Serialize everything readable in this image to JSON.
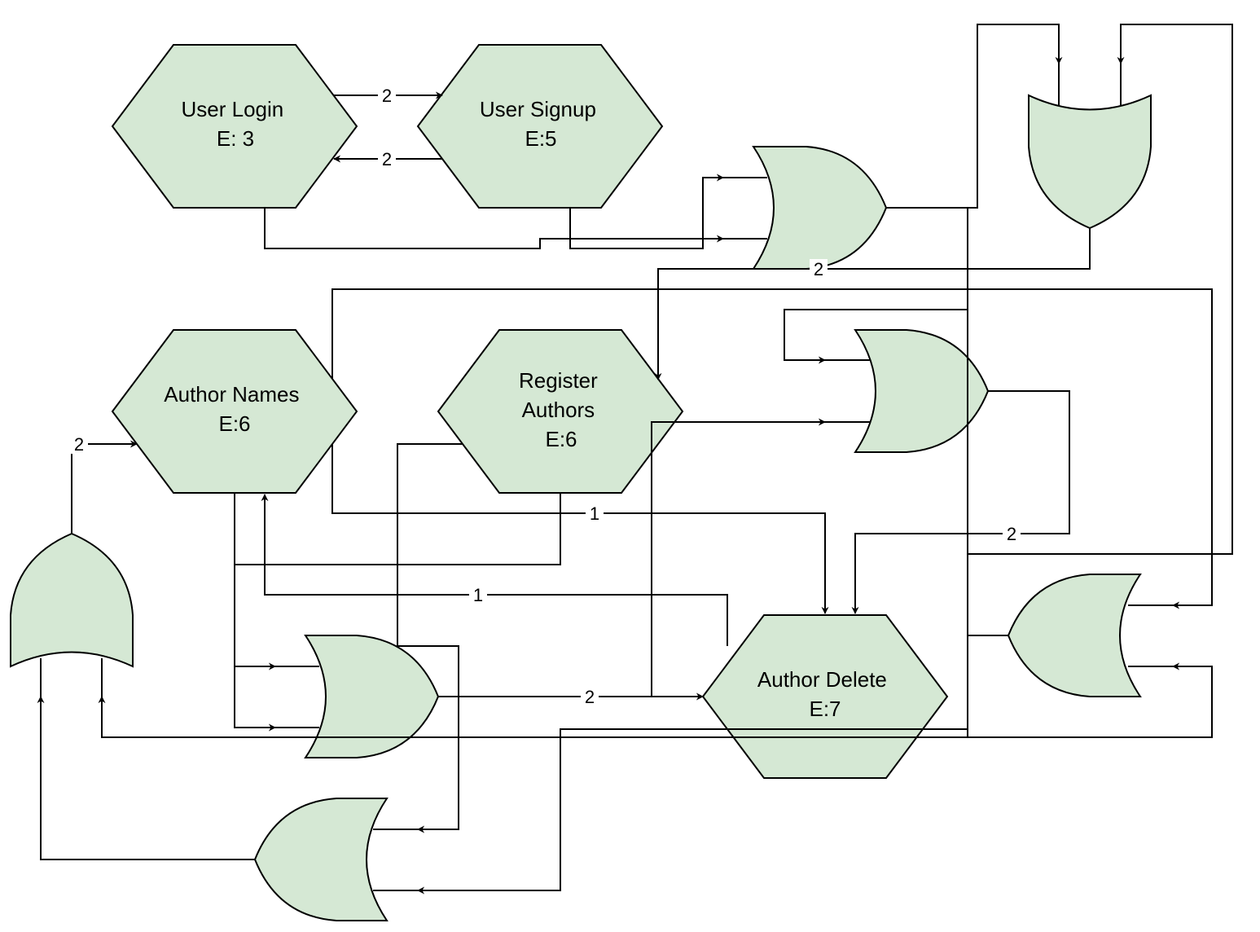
{
  "colors": {
    "node_fill": "#d5e8d4",
    "stroke": "#000000",
    "background": "#ffffff"
  },
  "nodes": [
    {
      "id": "user-login",
      "lines": [
        "User Login",
        "E: 3"
      ]
    },
    {
      "id": "user-signup",
      "lines": [
        "User Signup",
        "E:5"
      ]
    },
    {
      "id": "author-names",
      "lines": [
        "Author Names",
        "E:6"
      ]
    },
    {
      "id": "register-authors",
      "lines": [
        "Register",
        "Authors",
        "E:6"
      ]
    },
    {
      "id": "author-delete",
      "lines": [
        "Author Delete",
        "E:7"
      ]
    }
  ],
  "gates": [
    {
      "id": "or-gate-top-center",
      "type": "or"
    },
    {
      "id": "or-gate-top-right",
      "type": "or"
    },
    {
      "id": "or-gate-center-right",
      "type": "or"
    },
    {
      "id": "or-gate-right",
      "type": "or"
    },
    {
      "id": "or-gate-left",
      "type": "or"
    },
    {
      "id": "or-gate-center",
      "type": "or"
    },
    {
      "id": "or-gate-bottom",
      "type": "or"
    }
  ],
  "edge_labels": [
    {
      "id": "login-to-signup",
      "text": "2"
    },
    {
      "id": "signup-to-login",
      "text": "2"
    },
    {
      "id": "gate-to-register",
      "text": "2"
    },
    {
      "id": "gate-to-author-names",
      "text": "2"
    },
    {
      "id": "author-names-to-delete",
      "text": "1"
    },
    {
      "id": "gate-to-delete",
      "text": "2"
    },
    {
      "id": "delete-to-author-names",
      "text": "1"
    },
    {
      "id": "center-gate-to-delete",
      "text": "2"
    }
  ]
}
